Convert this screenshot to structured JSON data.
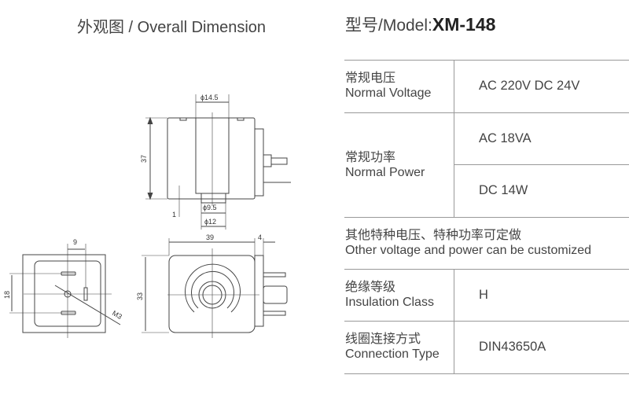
{
  "headings": {
    "dimension": "外观图 / Overall Dimension",
    "model_prefix": "型号/Model:",
    "model": "XM-148"
  },
  "drawing": {
    "dia_outer": "ϕ14.5",
    "height": "37",
    "gap": "1",
    "dia_inner": "ϕ9.5",
    "dia_stub": "ϕ12",
    "width": "39",
    "plate": "4",
    "front_height": "33",
    "pin_spacing": "18",
    "pin_offset": "9",
    "screw": "M3"
  },
  "specs": {
    "voltage": {
      "zh": "常规电压",
      "en": "Normal Voltage",
      "value": "AC 220V  DC 24V"
    },
    "power": {
      "zh": "常规功率",
      "en": "Normal Power",
      "ac": "AC 18VA",
      "dc": "DC 14W"
    },
    "custom": {
      "zh": "其他特种电压、特种功率可定做",
      "en": "Other voltage and power can be customized"
    },
    "insulation": {
      "zh": "绝缘等级",
      "en": "Insulation Class",
      "value": "H"
    },
    "connection": {
      "zh": "线圈连接方式",
      "en": "Connection Type",
      "value": "DIN43650A"
    }
  }
}
